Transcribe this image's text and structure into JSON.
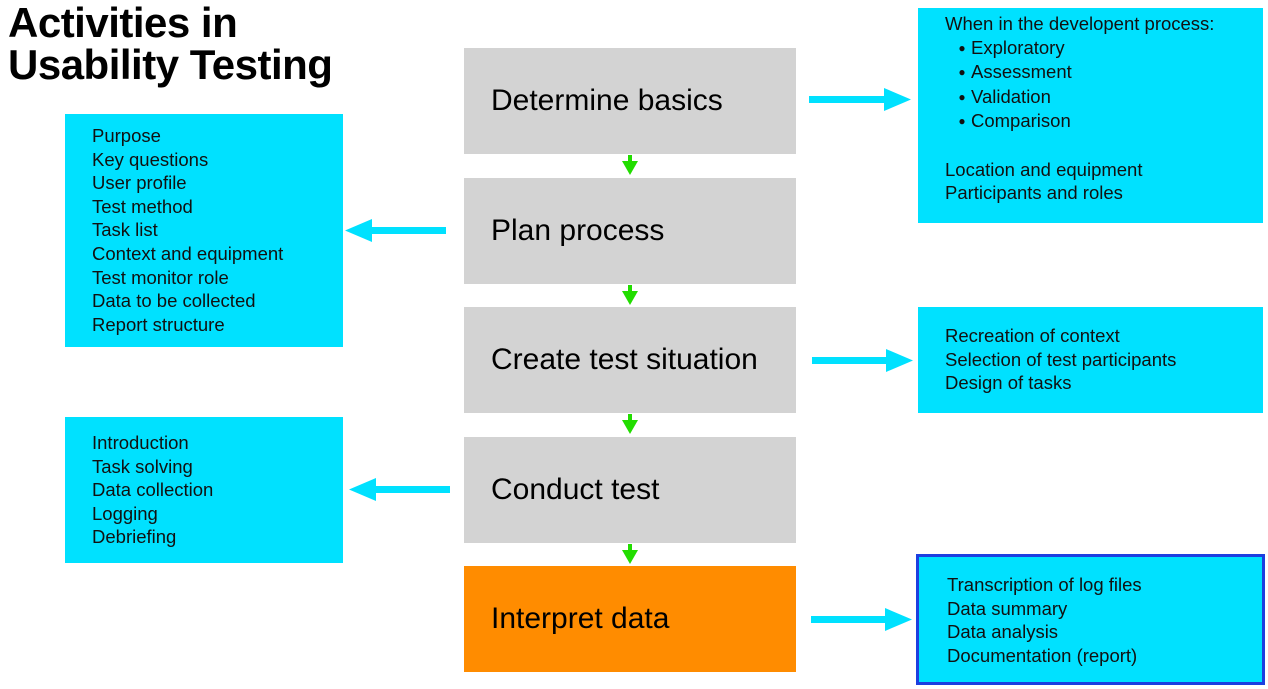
{
  "title": {
    "line1": "Activities in",
    "line2": "Usability Testing"
  },
  "steps": [
    {
      "label": "Determine basics"
    },
    {
      "label": "Plan process"
    },
    {
      "label": "Create test situation"
    },
    {
      "label": "Conduct test"
    },
    {
      "label": "Interpret data"
    }
  ],
  "boxes": {
    "basics": {
      "heading": "When in the developent process:",
      "bullets": [
        "Exploratory",
        "Assessment",
        "Validation",
        "Comparison"
      ],
      "items": [
        "Location and equipment",
        "Participants and roles"
      ]
    },
    "plan": {
      "items": [
        "Purpose",
        "Key questions",
        "User profile",
        "Test method",
        "Task list",
        "Context and equipment",
        "Test monitor role",
        "Data to be collected",
        "Report structure"
      ]
    },
    "situation": {
      "items": [
        "Recreation of context",
        "Selection of test participants",
        "Design of tasks"
      ]
    },
    "conduct": {
      "items": [
        "Introduction",
        "Task solving",
        "Data collection",
        "Logging",
        "Debriefing"
      ]
    },
    "interpret": {
      "items": [
        "Transcription of log files",
        "Data summary",
        "Data analysis",
        "Documentation (report)"
      ]
    }
  },
  "colors": {
    "step_gray": "#d3d3d3",
    "step_highlight": "#ff8c00",
    "info_cyan": "#00e1ff",
    "outline_blue": "#1c3fe0",
    "arrow_cyan": "#00e1ff",
    "arrow_green": "#22dd00"
  }
}
